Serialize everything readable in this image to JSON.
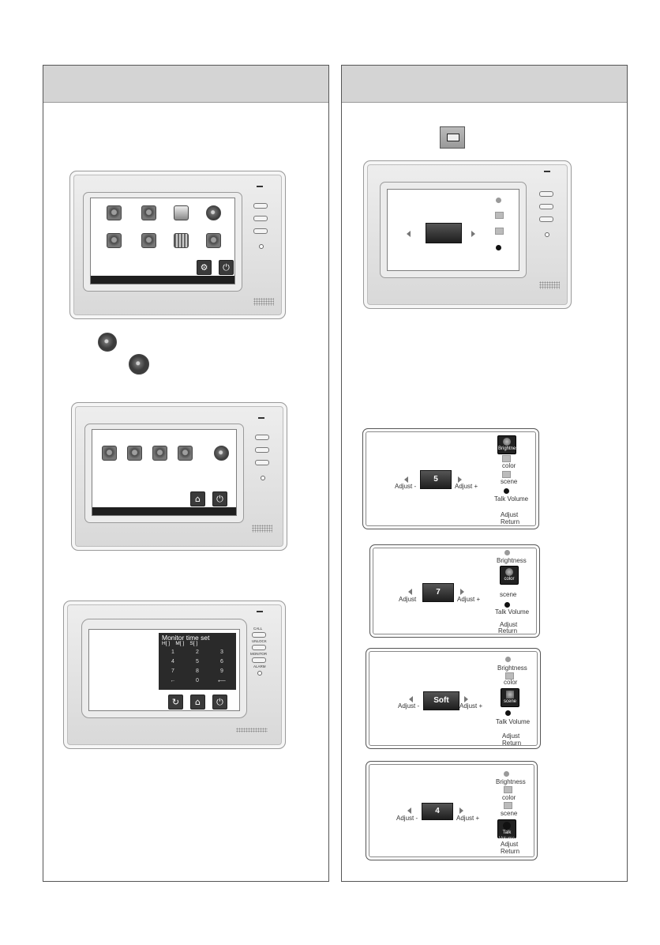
{
  "left_column": {
    "monitor_time_panel": {
      "title": "Monitor time set",
      "fields": "H[ ]    M[ ]    S[ ]",
      "keys": [
        "1",
        "2",
        "3",
        "4",
        "5",
        "6",
        "7",
        "8",
        "9",
        "←",
        "0",
        "⟵"
      ],
      "side_labels": [
        "CALL",
        "UNLOCK",
        "MONITOR",
        "ALARM"
      ]
    }
  },
  "right_column": {
    "panels": [
      {
        "value": "5",
        "adjust_minus": "Adjust -",
        "adjust_plus": "Adjust +",
        "options": [
          "Brightness",
          "color",
          "scene",
          "Talk Volume"
        ],
        "footer": [
          "Adjust",
          "Return"
        ],
        "selected": 0
      },
      {
        "value": "7",
        "adjust_minus": "Adjust",
        "adjust_plus": "Adjust +",
        "options": [
          "Brightness",
          "color",
          "scene",
          "Talk Volume"
        ],
        "footer": [
          "Adjust",
          "Return"
        ],
        "selected": 1
      },
      {
        "value": "Soft",
        "adjust_minus": "Adjust -",
        "adjust_plus": "Adjust +",
        "options": [
          "Brightness",
          "color",
          "scene",
          "Talk Volume"
        ],
        "footer": [
          "Adjust",
          "Return"
        ],
        "selected": 2
      },
      {
        "value": "4",
        "adjust_minus": "Adjust -",
        "adjust_plus": "Adjust +",
        "options": [
          "Brightness",
          "color",
          "scene",
          "Talk Volume"
        ],
        "footer": [
          "Adjust",
          "Return"
        ],
        "selected": 3
      }
    ]
  }
}
